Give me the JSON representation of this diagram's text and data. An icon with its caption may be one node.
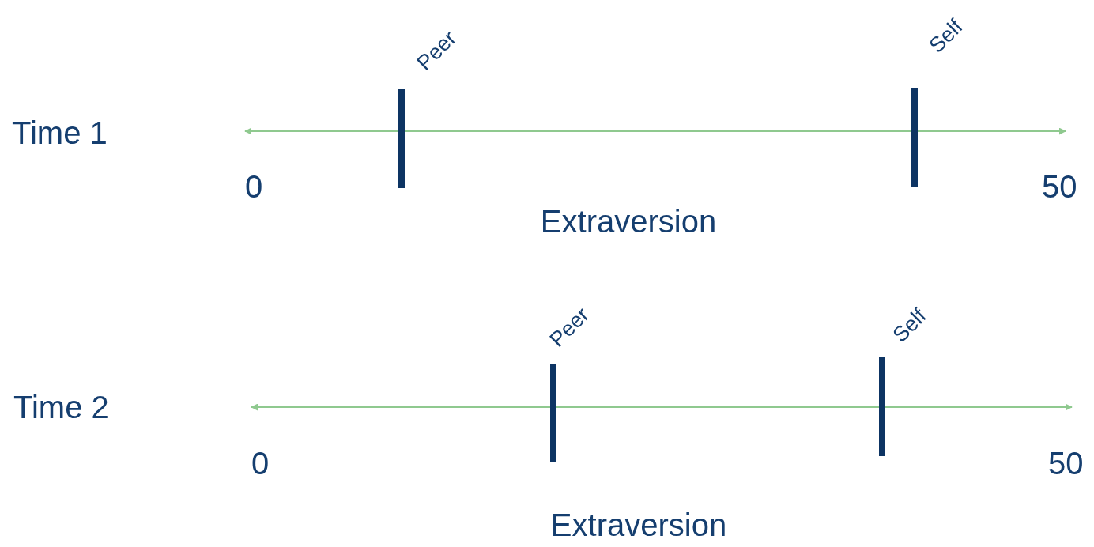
{
  "diagram": {
    "labels": [
      "Peer",
      "Self",
      "Time 1",
      "0",
      "50",
      "Extraversion",
      "Peer",
      "Self",
      "Time 2",
      "0",
      "50",
      "Extraversion"
    ]
  }
}
